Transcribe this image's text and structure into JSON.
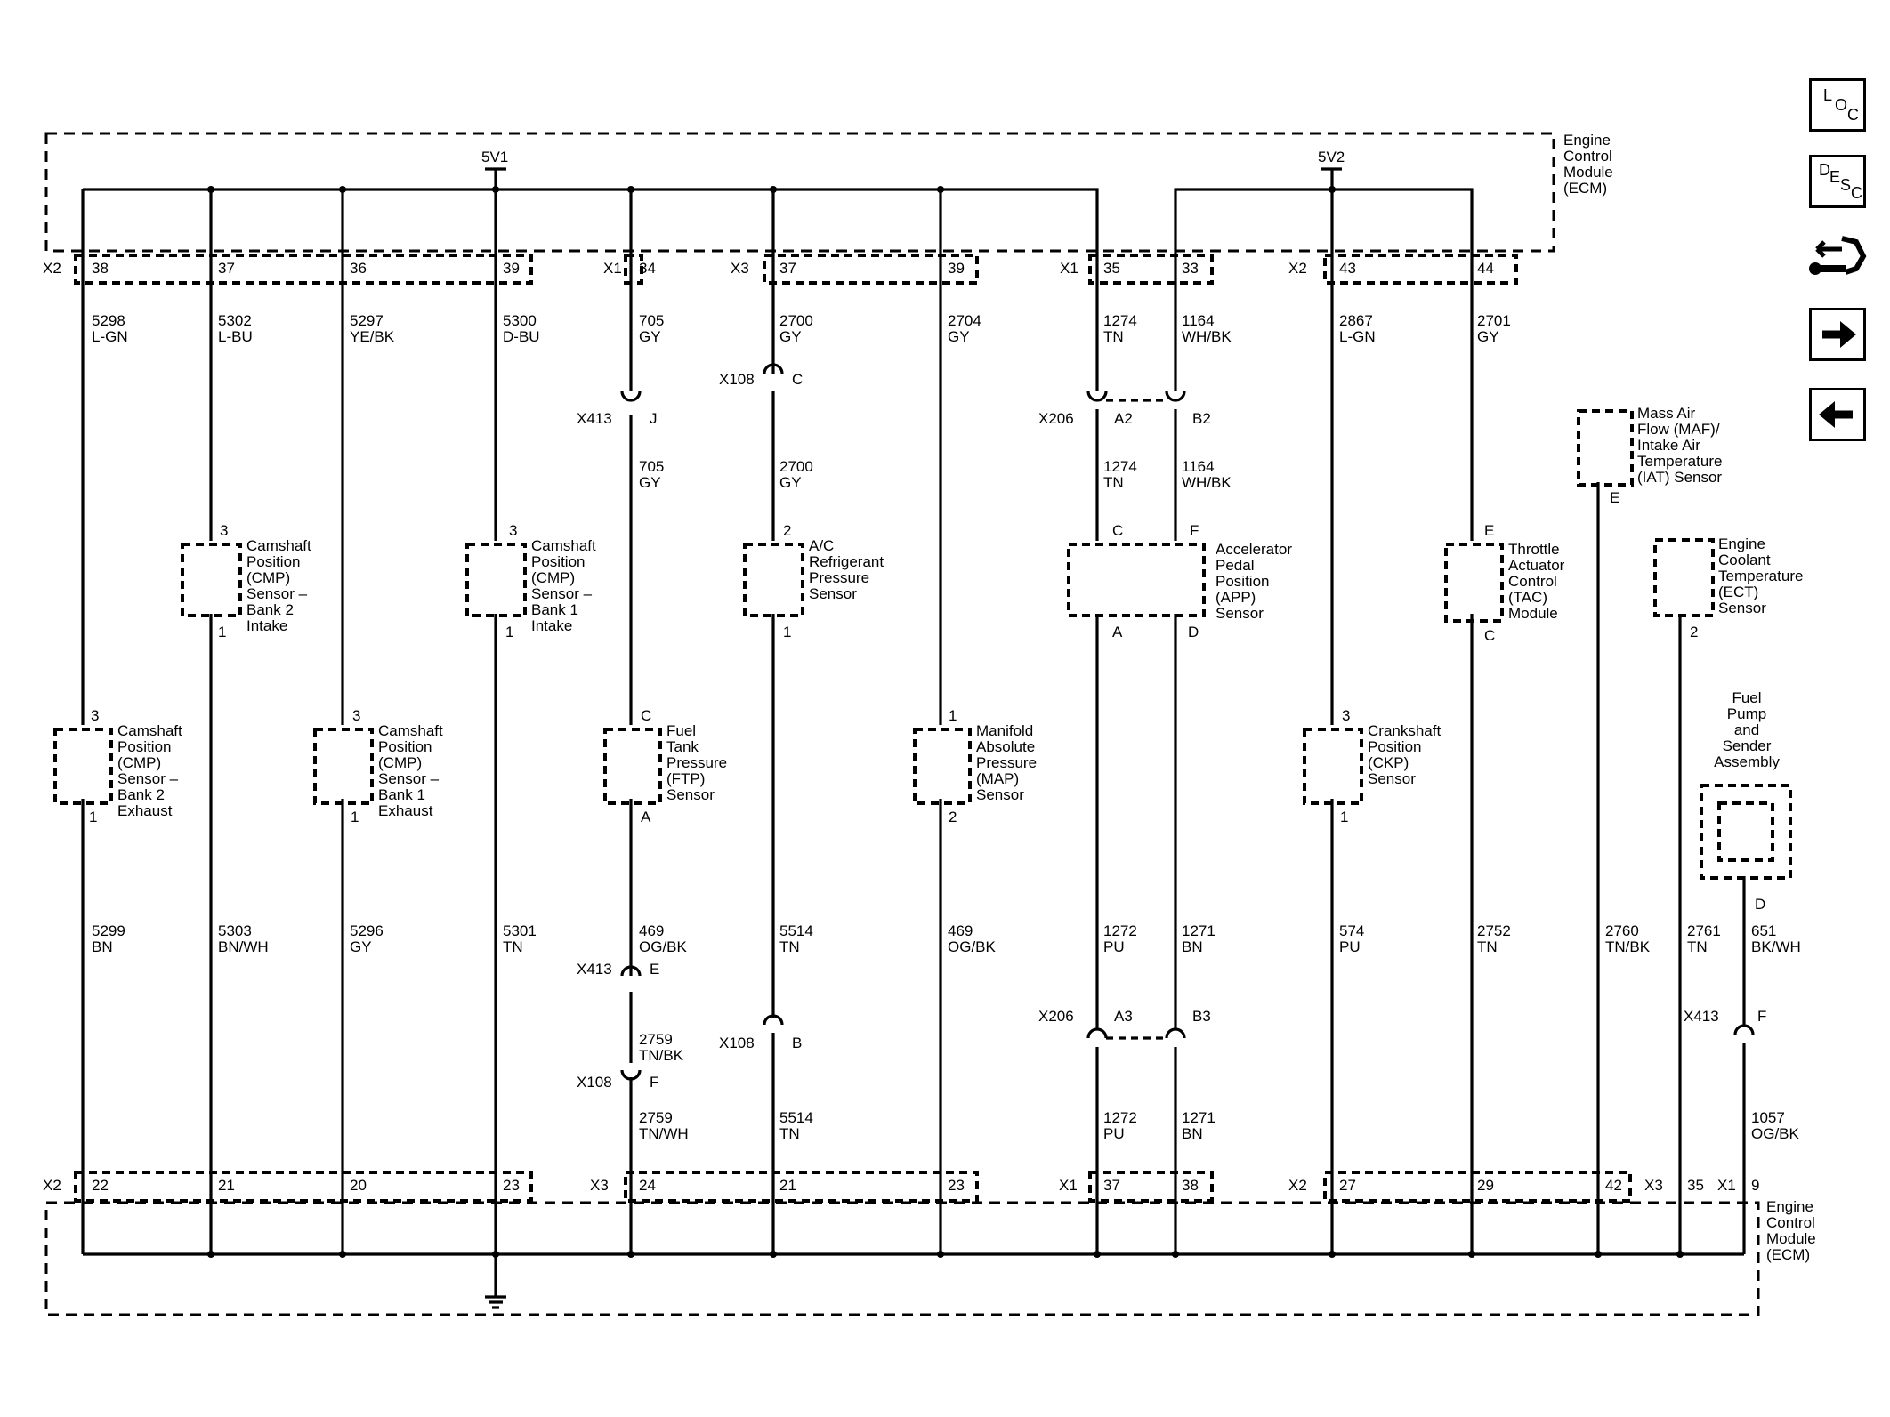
{
  "nav": {
    "loc": [
      "L",
      "O",
      "C"
    ],
    "desc": [
      "D",
      "E",
      "S",
      "C"
    ],
    "tools": "tools-icon",
    "forward": "arrow-right-icon",
    "back": "arrow-left-icon"
  },
  "ecm_label": [
    "Engine",
    "Control",
    "Module",
    "(ECM)"
  ],
  "ecm_label_bottom": [
    "Engine",
    "Control",
    "Module",
    "(ECM)"
  ],
  "power": [
    "5V1",
    "5V2"
  ],
  "top_connectors": [
    {
      "name": "X2",
      "pins": [
        [
          "38",
          ""
        ],
        [
          "37",
          ""
        ],
        [
          "36",
          ""
        ],
        [
          "39",
          ""
        ]
      ]
    },
    {
      "name": "X1",
      "pins": [
        [
          "34",
          ""
        ]
      ]
    },
    {
      "name": "X3",
      "pins": [
        [
          "37",
          ""
        ],
        [
          "39",
          ""
        ]
      ]
    },
    {
      "name": "X1",
      "pins": [
        [
          "35",
          ""
        ],
        [
          "33",
          ""
        ]
      ]
    },
    {
      "name": "X2",
      "pins": [
        [
          "43",
          ""
        ],
        [
          "44",
          ""
        ]
      ]
    }
  ],
  "top_pin_labels": [
    "X2",
    "38",
    "37",
    "36",
    "39",
    "X1",
    "34",
    "X3",
    "37",
    "39",
    "X1",
    "35",
    "33",
    "X2",
    "43",
    "44"
  ],
  "bottom_pin_labels": [
    "X2",
    "22",
    "21",
    "20",
    "23",
    "X3",
    "24",
    "21",
    "23",
    "X1",
    "37",
    "38",
    "X2",
    "27",
    "29",
    "42",
    "X3",
    "35",
    "X1",
    "9"
  ],
  "upper_wires": [
    [
      "5298",
      "L-GN"
    ],
    [
      "5302",
      "L-BU"
    ],
    [
      "5297",
      "YE/BK"
    ],
    [
      "5300",
      "D-BU"
    ],
    [
      "705",
      "GY"
    ],
    [
      "2700",
      "GY"
    ],
    [
      "2704",
      "GY"
    ],
    [
      "1274",
      "TN"
    ],
    [
      "1164",
      "WH/BK"
    ],
    [
      "2867",
      "L-GN"
    ],
    [
      "2701",
      "GY"
    ]
  ],
  "mid_wires": [
    [
      "705",
      "GY"
    ],
    [
      "2700",
      "GY"
    ],
    [
      "1274",
      "TN"
    ],
    [
      "1164",
      "WH/BK"
    ]
  ],
  "lower_wires": [
    [
      "5299",
      "BN"
    ],
    [
      "5303",
      "BN/WH"
    ],
    [
      "5296",
      "GY"
    ],
    [
      "5301",
      "TN"
    ],
    [
      "469",
      "OG/BK"
    ],
    [
      "5514",
      "TN"
    ],
    [
      "469",
      "OG/BK"
    ],
    [
      "1272",
      "PU"
    ],
    [
      "1271",
      "BN"
    ],
    [
      "574",
      "PU"
    ],
    [
      "2752",
      "TN"
    ],
    [
      "2760",
      "TN/BK"
    ],
    [
      "2761",
      "TN"
    ],
    [
      "651",
      "BK/WH"
    ]
  ],
  "bottom_wires": [
    [
      "2759",
      "TN/BK"
    ],
    [
      "2759",
      "TN/WH"
    ],
    [
      "5514",
      "TN"
    ],
    [
      "1272",
      "PU"
    ],
    [
      "1271",
      "BN"
    ],
    [
      "1057",
      "OG/BK"
    ]
  ],
  "inline_connectors": [
    "X413",
    "J",
    "X108",
    "C",
    "X206",
    "A2",
    "B2",
    "X413",
    "E",
    "X108",
    "F",
    "X108",
    "B",
    "X206",
    "A3",
    "B3",
    "X413",
    "F"
  ],
  "components": {
    "cmp_b2_intake": [
      "Camshaft",
      "Position",
      "(CMP)",
      "Sensor –",
      "Bank 2",
      "Intake"
    ],
    "cmp_b1_intake": [
      "Camshaft",
      "Position",
      "(CMP)",
      "Sensor –",
      "Bank 1",
      "Intake"
    ],
    "ac_pressure": [
      "A/C",
      "Refrigerant",
      "Pressure",
      "Sensor"
    ],
    "app": [
      "Accelerator",
      "Pedal",
      "Position",
      "(APP)",
      "Sensor"
    ],
    "tac": [
      "Throttle",
      "Actuator",
      "Control",
      "(TAC)",
      "Module"
    ],
    "maf": [
      "Mass Air",
      "Flow (MAF)/",
      "Intake Air",
      "Temperature",
      "(IAT) Sensor"
    ],
    "ect": [
      "Engine",
      "Coolant",
      "Temperature",
      "(ECT)",
      "Sensor"
    ],
    "cmp_b2_exhaust": [
      "Camshaft",
      "Position",
      "(CMP)",
      "Sensor –",
      "Bank 2",
      "Exhaust"
    ],
    "cmp_b1_exhaust": [
      "Camshaft",
      "Position",
      "(CMP)",
      "Sensor –",
      "Bank 1",
      "Exhaust"
    ],
    "ftp": [
      "Fuel",
      "Tank",
      "Pressure",
      "(FTP)",
      "Sensor"
    ],
    "map": [
      "Manifold",
      "Absolute",
      "Pressure",
      "(MAP)",
      "Sensor"
    ],
    "ckp": [
      "Crankshaft",
      "Position",
      "(CKP)",
      "Sensor"
    ],
    "fuel_pump": [
      "Fuel",
      "Pump",
      "and",
      "Sender",
      "Assembly"
    ]
  },
  "component_pins": [
    "3",
    "1",
    "3",
    "1",
    "2",
    "1",
    "C",
    "F",
    "A",
    "D",
    "E",
    "C",
    "E",
    "2",
    "3",
    "1",
    "3",
    "1",
    "C",
    "A",
    "1",
    "2",
    "3",
    "1",
    "D"
  ]
}
